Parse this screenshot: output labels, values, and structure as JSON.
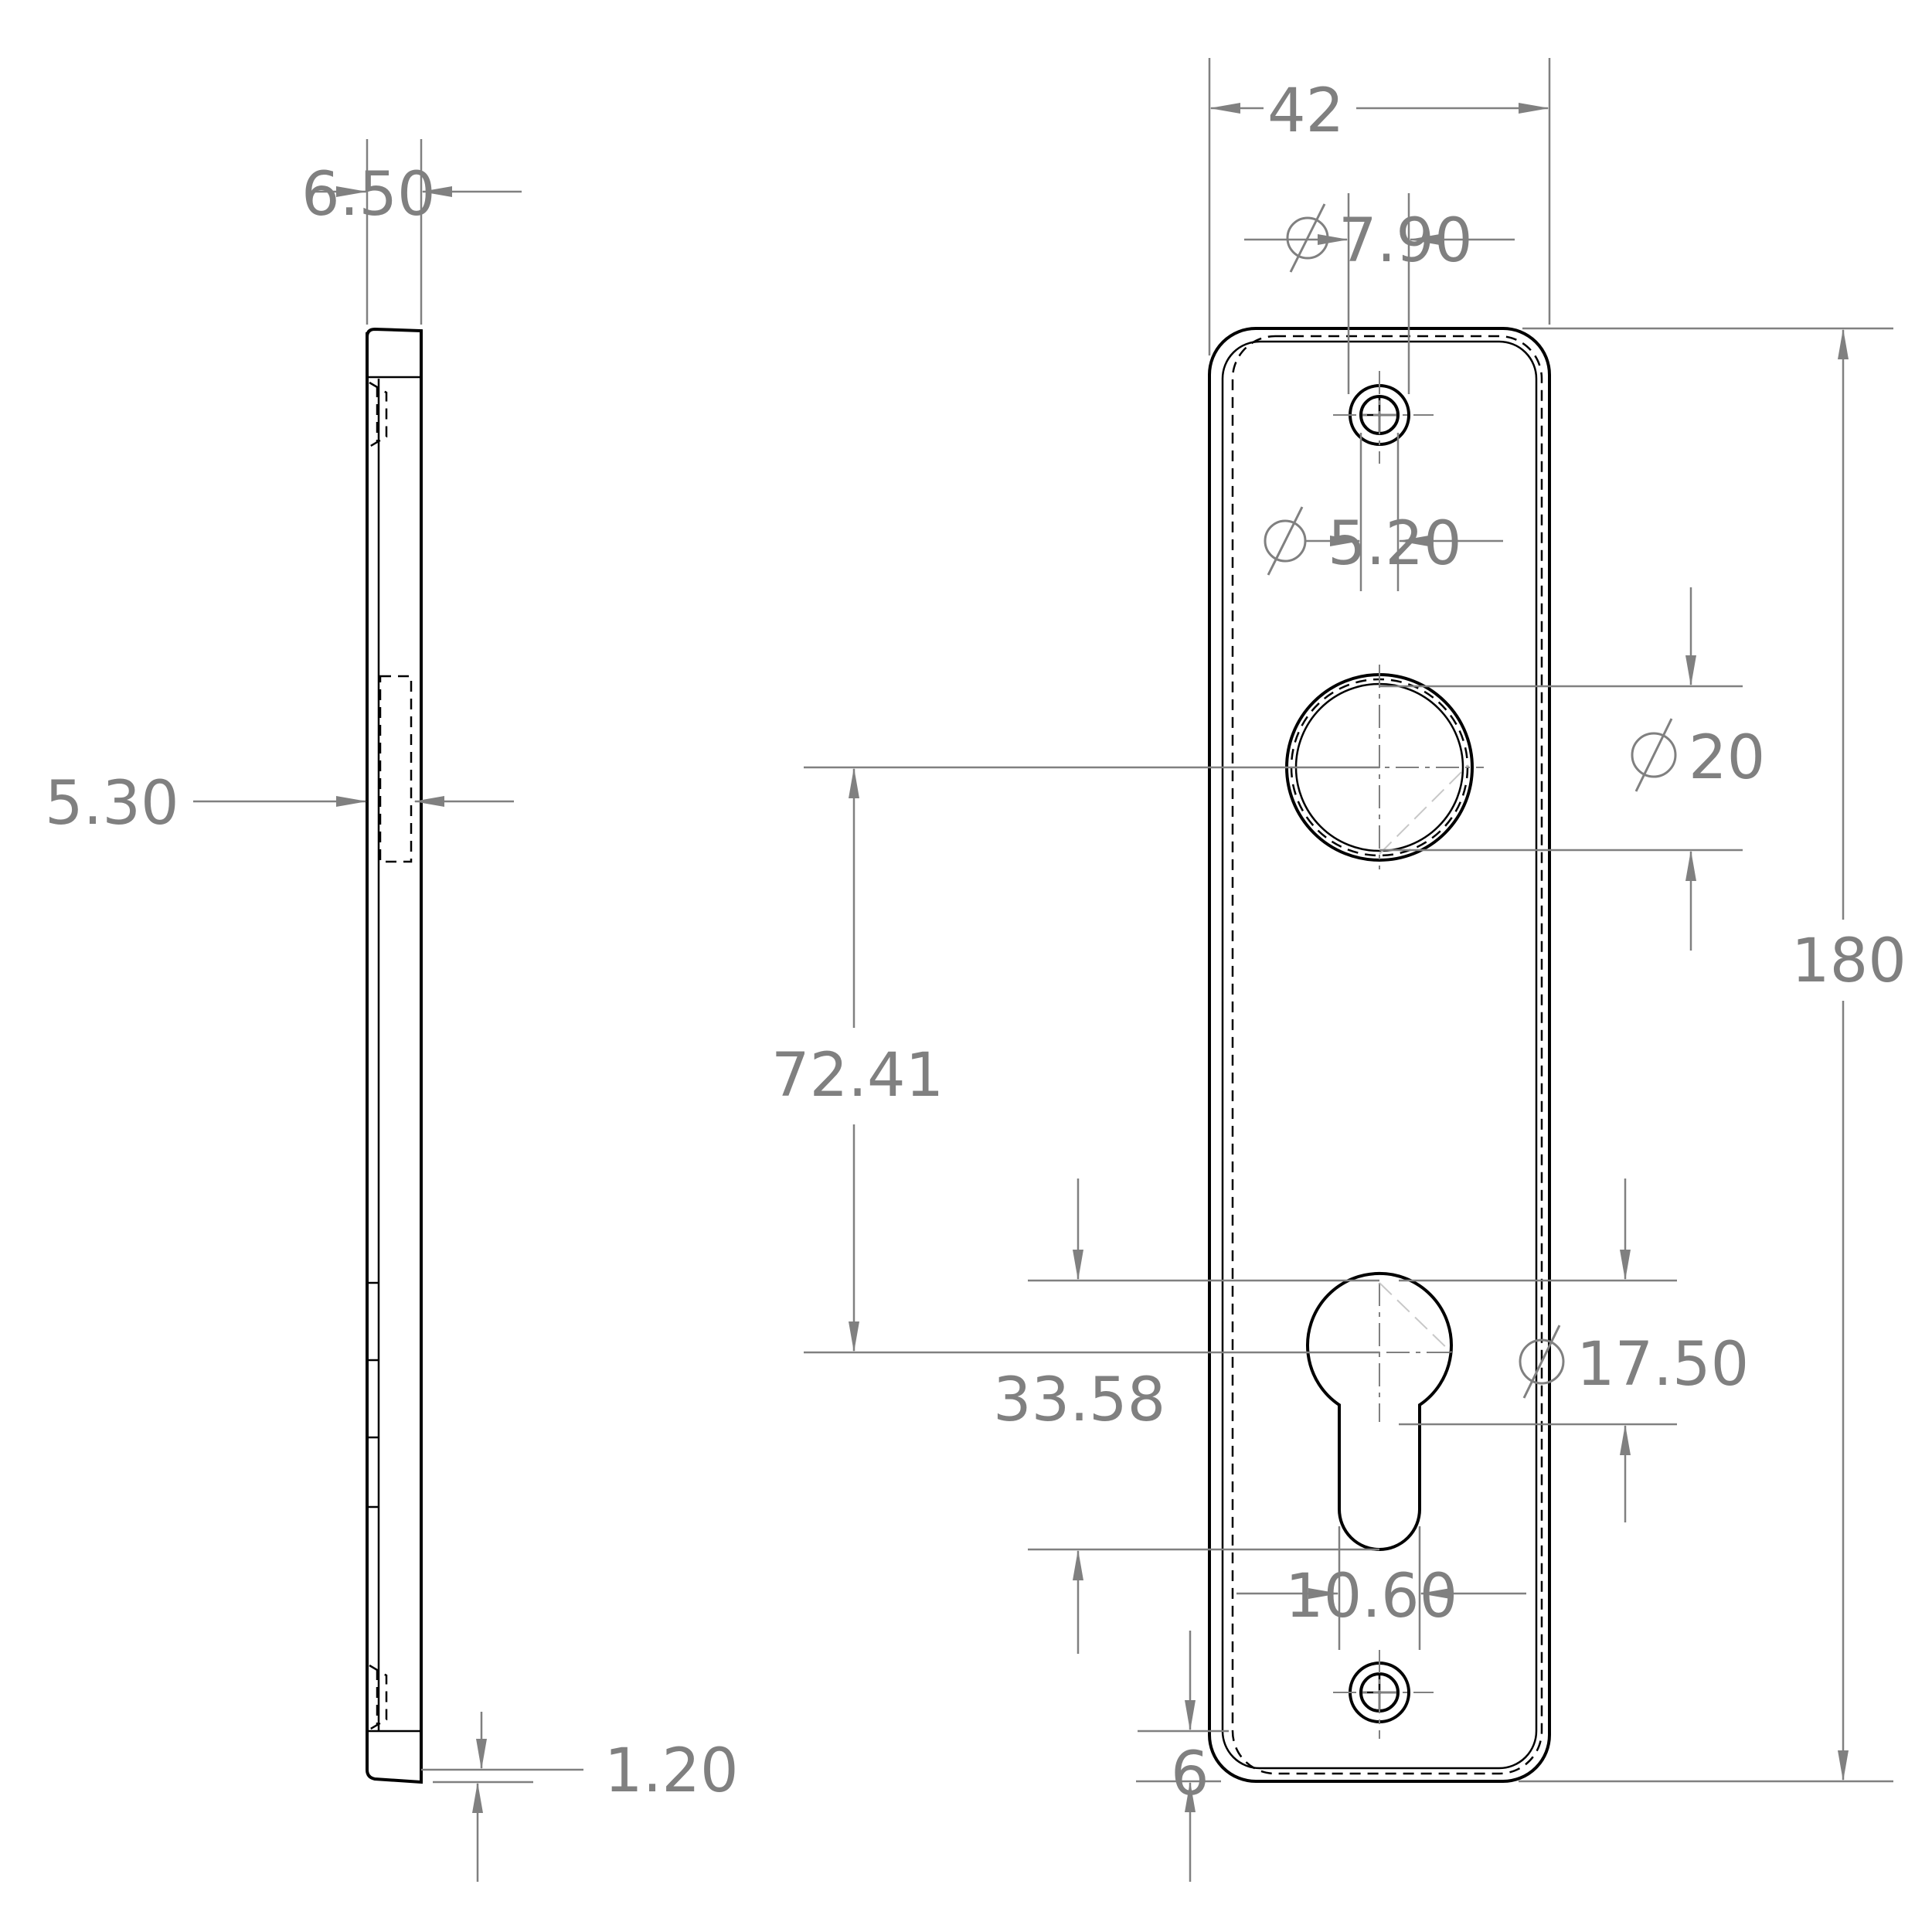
{
  "side_view": {
    "dims": {
      "overall_thickness": "6.50",
      "recess_depth": "5.30",
      "edge_step": "1.20"
    }
  },
  "front_view": {
    "dims": {
      "width": "42",
      "height": "180",
      "screw_head_dia": "7.90",
      "screw_hole_dia": "5.20",
      "spindle_hole_dia": "20",
      "spindle_to_cylinder": "72.41",
      "cylinder_round_dia": "17.50",
      "cylinder_height": "33.58",
      "cylinder_slot_width": "10.60",
      "bottom_offset": "6"
    },
    "diameter_symbol": "⌀"
  },
  "colors": {
    "object_line": "#000000",
    "dimension_line": "#808080",
    "background": "#ffffff"
  }
}
